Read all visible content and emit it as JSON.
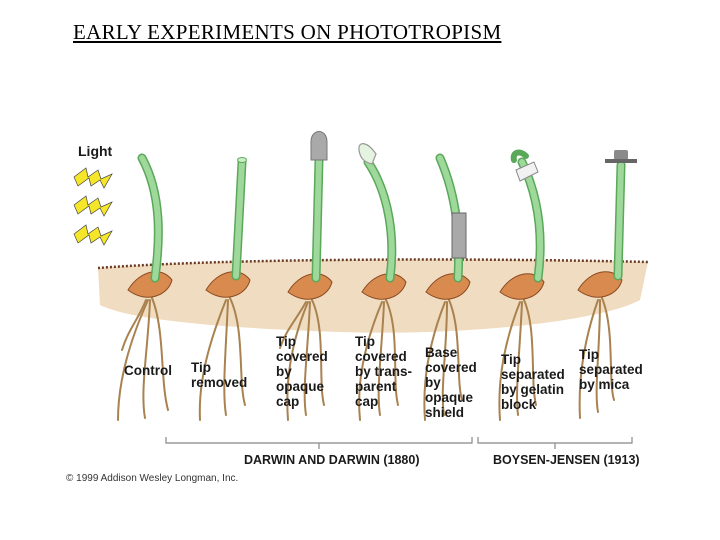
{
  "title": "EARLY EXPERIMENTS ON PHOTOTROPISM",
  "light_label": "Light",
  "labels": {
    "control": "Control",
    "tip_removed": "Tip\nremoved",
    "opaque_cap": "Tip\ncovered\nby\nopaque\ncap",
    "transparent_cap": "Tip\ncovered\nby trans-\nparent\ncap",
    "opaque_shield": "Base\ncovered\nby\nopaque\nshield",
    "gelatin_block": "Tip\nseparated\nby gelatin\nblock",
    "mica": "Tip\nseparated\nby mica"
  },
  "groups": {
    "darwin": "DARWIN AND DARWIN (1880)",
    "boysen": "BOYSEN-JENSEN (1913)"
  },
  "copyright": "© 1999 Addison Wesley Longman, Inc.",
  "colors": {
    "stem": "#9ed89a",
    "stem_edge": "#5aa85a",
    "soil": "#f0dcc0",
    "soil_edge": "#6b3a22",
    "seed": "#d98a4e",
    "root": "#a9824f",
    "bolt": "#f5e62a",
    "cap": "#a9a9a9"
  }
}
